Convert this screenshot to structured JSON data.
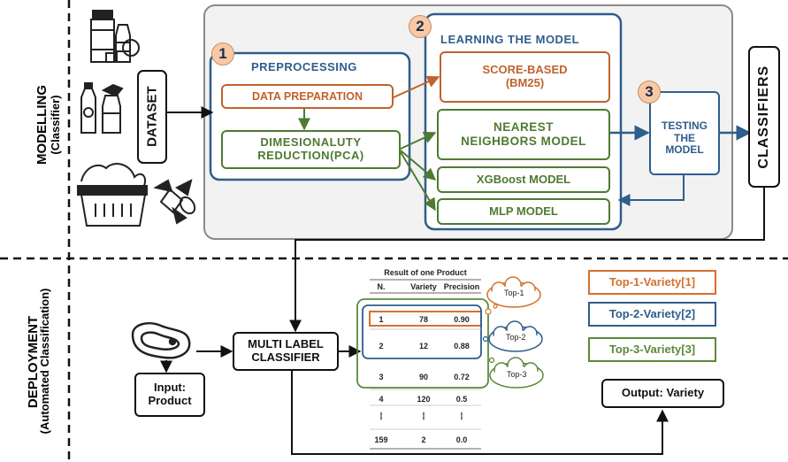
{
  "sections": {
    "modelling": "MODELLING",
    "modelling_sub": "(Classifier)",
    "deployment": "DEPLOYMENT",
    "deployment_sub": "(Automated Classification)"
  },
  "nodes": {
    "dataset": "DATASET",
    "classifiers": "CLASSIFIERS",
    "preprocessing_title": "PREPROCESSING",
    "data_preparation": "DATA PREPARATION",
    "dim_reduction": "DIMESIONALUTY\nREDUCTION(PCA)",
    "learning_title": "LEARNING THE MODEL",
    "score_based": "SCORE-BASED\n(BM25)",
    "nearest": "NEAREST\nNEIGHBORS MODEL",
    "xgboost": "XGBoost MODEL",
    "mlp": "MLP MODEL",
    "testing": "TESTING\nTHE\nMODEL",
    "multi_label": "MULTI LABEL\nCLASSIFIER",
    "input": "Input:\nProduct",
    "output": "Output: Variety",
    "top1": "Top-1-Variety[1]",
    "top2": "Top-2-Variety[2]",
    "top3": "Top-3-Variety[3]"
  },
  "badges": {
    "b1": "1",
    "b2": "2",
    "b3": "3"
  },
  "result_table": {
    "title": "Result of one Product",
    "headers": [
      "N.",
      "Variety",
      "Precision"
    ],
    "rows": [
      [
        "1",
        "78",
        "0.90"
      ],
      [
        "2",
        "12",
        "0.88"
      ],
      [
        "3",
        "90",
        "0.72"
      ],
      [
        "4",
        "120",
        "0.5"
      ],
      [
        "⁞",
        "⁞",
        "⁞"
      ],
      [
        "159",
        "2",
        "0.0"
      ]
    ]
  },
  "clouds": {
    "c1": "Top-1",
    "c2": "Top-2",
    "c3": "Top-3"
  },
  "colors": {
    "orange": "#c0622c",
    "blue": "#2f5d8c",
    "green": "#4e7a32",
    "gray": "#8a8a8a",
    "dark": "#111111",
    "top1_text": "#d4712e",
    "top2_text": "#2f5d8c",
    "top3_text": "#5a8a3a"
  },
  "icons": [
    "grocery-products-icon",
    "cleaning-products-icon",
    "food-basket-icon",
    "candy-icon",
    "meat-steak-icon"
  ]
}
